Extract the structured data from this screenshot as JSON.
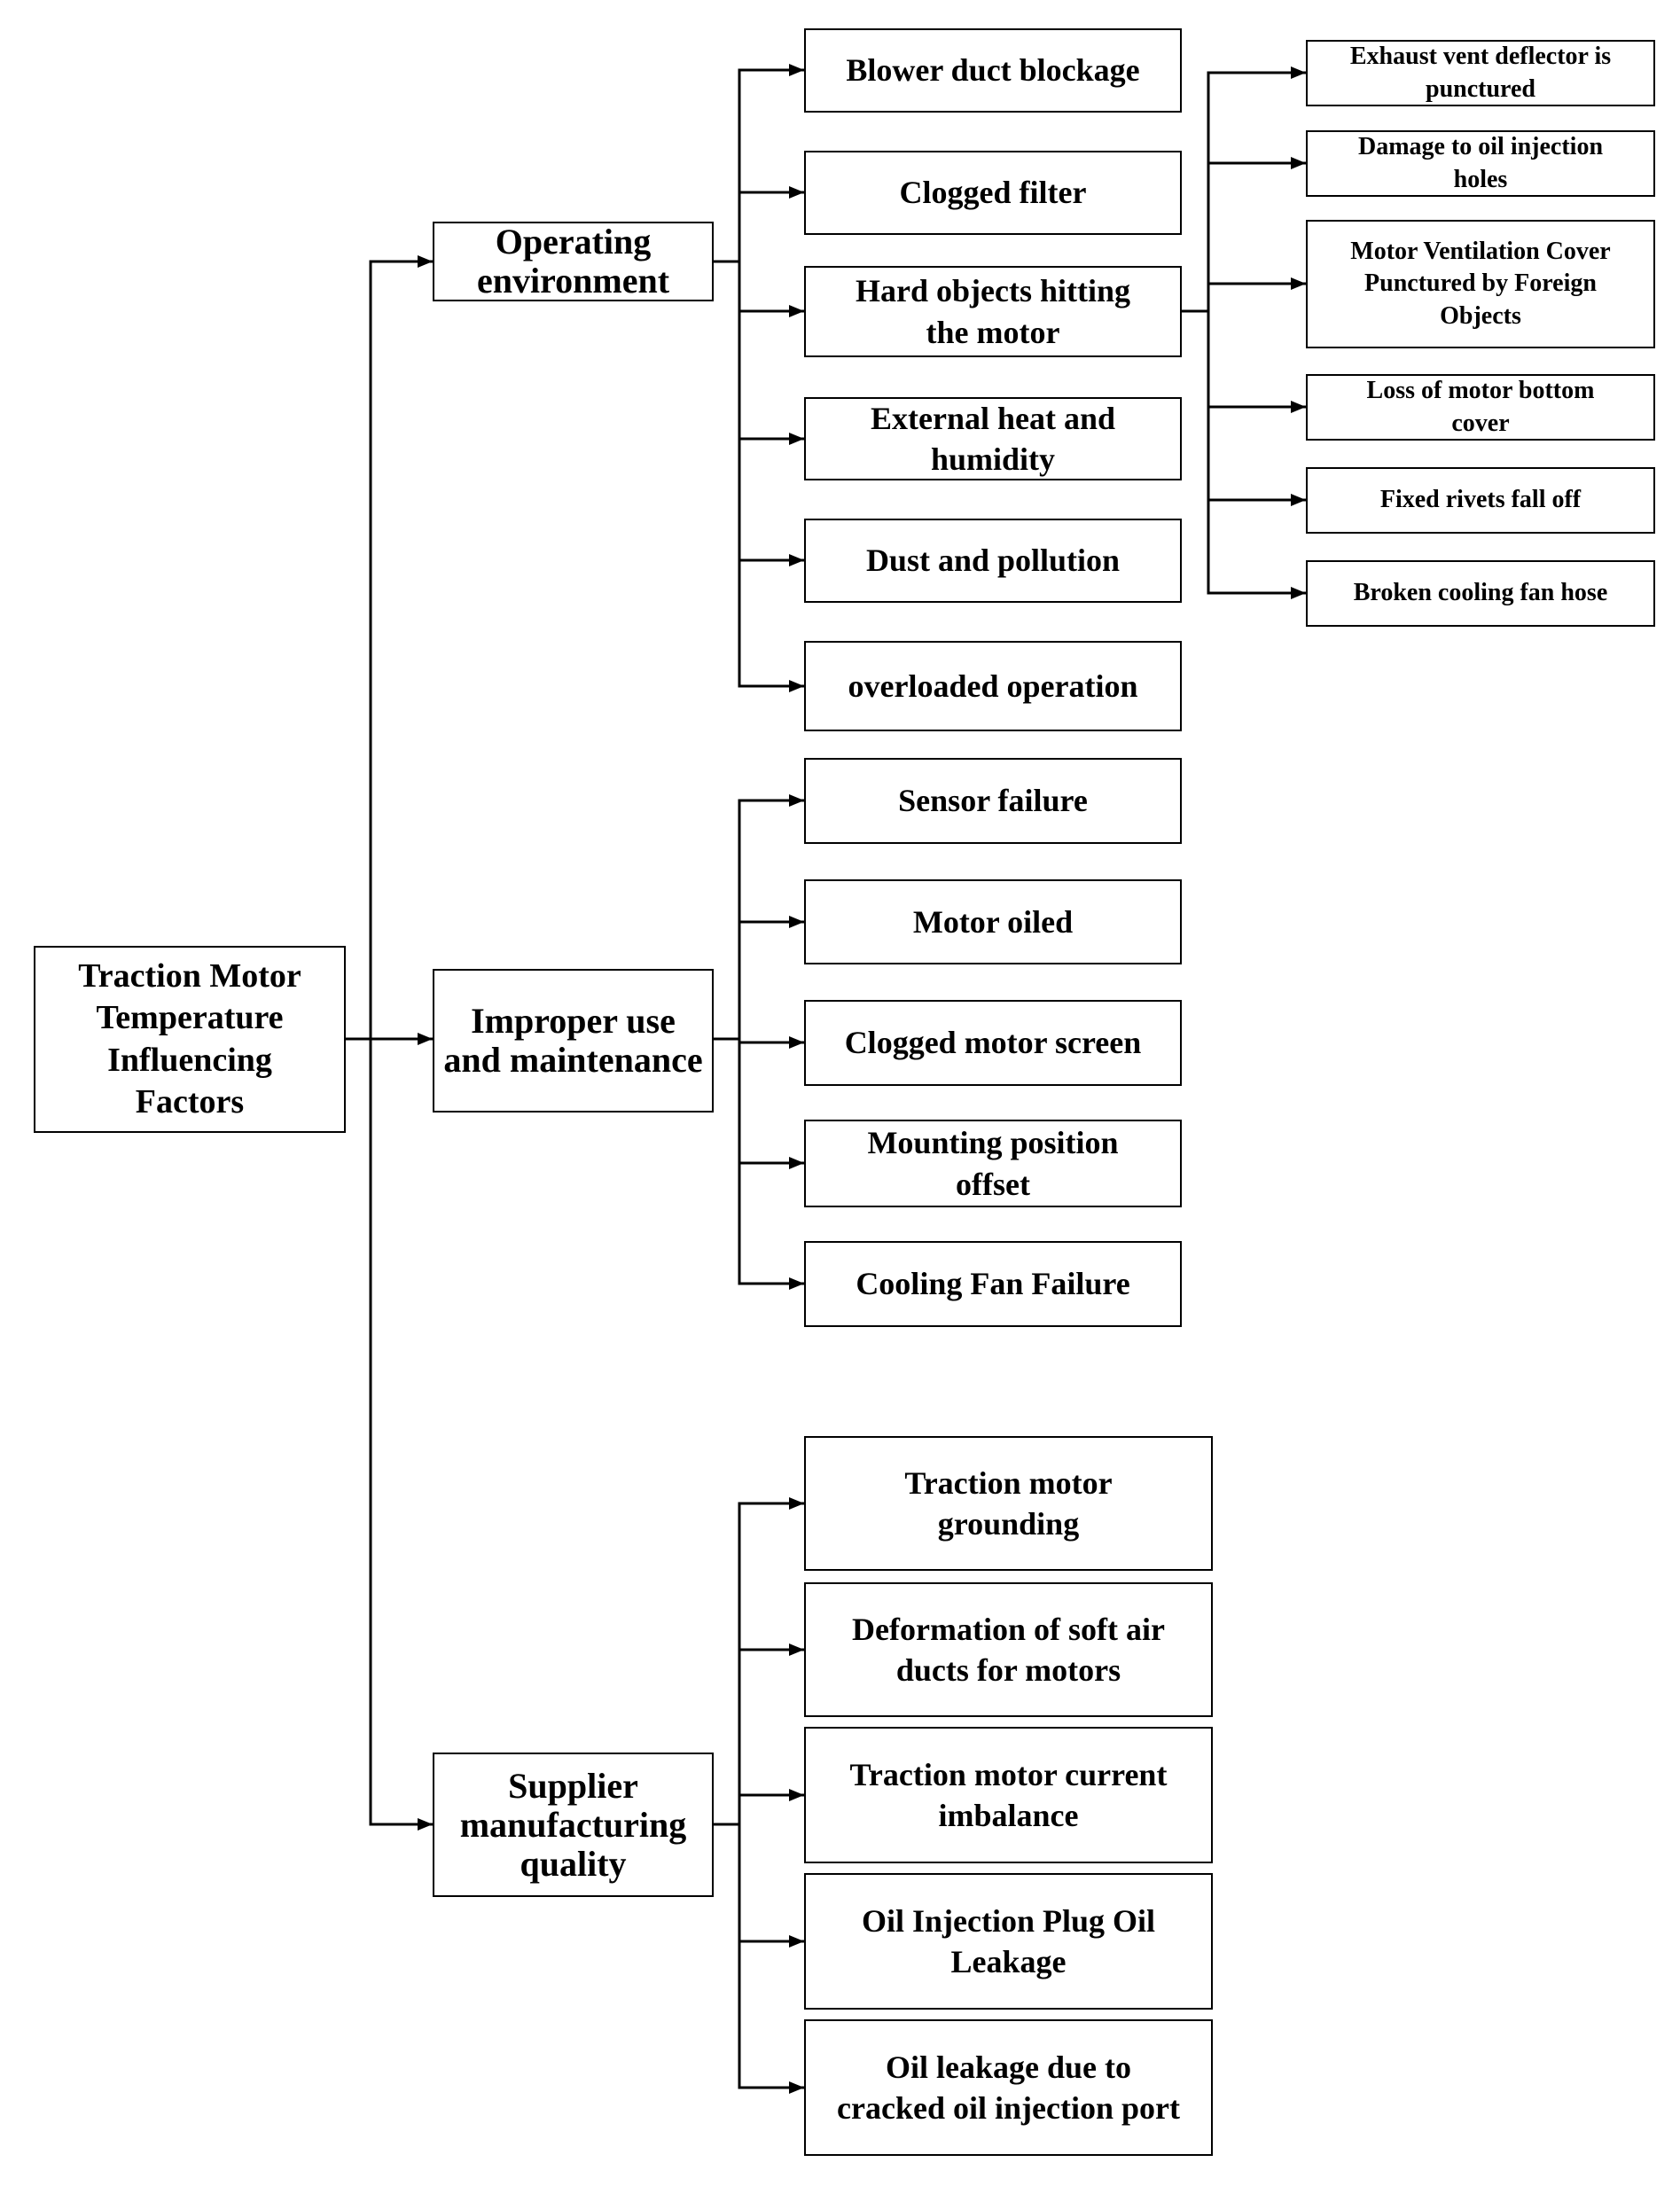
{
  "diagram": {
    "title": "Traction Motor Temperature Influencing Factors fault tree",
    "colors": {
      "background": "#ffffff",
      "line": "#000000",
      "box_border": "#000000",
      "text": "#000000"
    },
    "root": {
      "label": "Traction Motor\nTemperature\nInfluencing\nFactors"
    },
    "branches": [
      {
        "label": "Operating\nenvironment",
        "children": [
          {
            "label": "Blower duct blockage"
          },
          {
            "label": "Clogged filter"
          },
          {
            "label": "Hard objects hitting\nthe motor"
          },
          {
            "label": "External heat and\nhumidity"
          },
          {
            "label": "Dust and pollution"
          },
          {
            "label": "overloaded operation"
          }
        ]
      },
      {
        "label": "Improper use\nand maintenance",
        "children": [
          {
            "label": "Sensor failure"
          },
          {
            "label": "Motor oiled"
          },
          {
            "label": "Clogged motor screen"
          },
          {
            "label": "Mounting position\noffset"
          },
          {
            "label": "Cooling Fan Failure"
          }
        ]
      },
      {
        "label": "Supplier\nmanufacturing\nquality",
        "children": [
          {
            "label": "Traction motor\ngrounding"
          },
          {
            "label": "Deformation of soft air\nducts for motors"
          },
          {
            "label": "Traction motor current\nimbalance"
          },
          {
            "label": "Oil Injection Plug Oil\nLeakage"
          },
          {
            "label": "Oil leakage due to\ncracked oil injection port"
          }
        ]
      }
    ],
    "hard_objects_children": [
      {
        "label": "Exhaust vent deflector is\npunctured"
      },
      {
        "label": "Damage to oil injection\nholes"
      },
      {
        "label": "Motor Ventilation Cover\nPunctured by Foreign\nObjects"
      },
      {
        "label": "Loss of motor bottom\ncover"
      },
      {
        "label": "Fixed rivets fall off"
      },
      {
        "label": "Broken cooling fan hose"
      }
    ]
  }
}
